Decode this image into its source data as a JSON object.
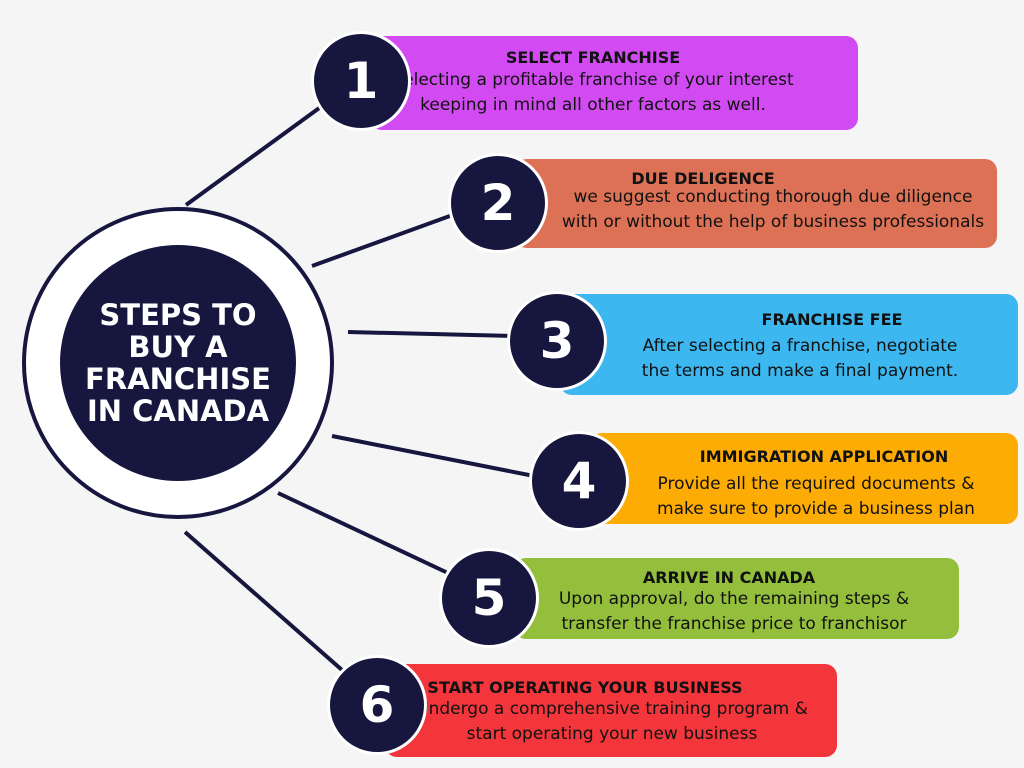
{
  "hub": {
    "title_lines": [
      "STEPS TO",
      "BUY A",
      "FRANCHISE",
      "IN CANADA"
    ]
  },
  "steps": [
    {
      "number": "1",
      "title": "SELECT FRANCHISE",
      "desc_lines": [
        "Selecting a profitable franchise of your interest",
        "keeping in mind all  other factors as well."
      ],
      "color": "#d24bf2"
    },
    {
      "number": "2",
      "title": "DUE DELIGENCE",
      "desc_lines": [
        "we suggest conducting thorough due diligence",
        "with or without the help of business professionals"
      ],
      "color": "#dd7156"
    },
    {
      "number": "3",
      "title": "FRANCHISE FEE",
      "desc_lines": [
        "After selecting a franchise, negotiate",
        "the terms and make a final payment."
      ],
      "color": "#3cb7ef"
    },
    {
      "number": "4",
      "title": "IMMIGRATION APPLICATION",
      "desc_lines": [
        "Provide all the required documents &",
        "make sure to provide a business plan"
      ],
      "color": "#fdab05"
    },
    {
      "number": "5",
      "title": "ARRIVE IN CANADA",
      "desc_lines": [
        "Upon approval, do the remaining steps &",
        "transfer the franchise price to franchisor"
      ],
      "color": "#93bf3c"
    },
    {
      "number": "6",
      "title": "START OPERATING YOUR BUSINESS",
      "desc_lines": [
        "Undergo a comprehensive training program &",
        "start operating your new business"
      ],
      "color": "#f2363b"
    }
  ]
}
